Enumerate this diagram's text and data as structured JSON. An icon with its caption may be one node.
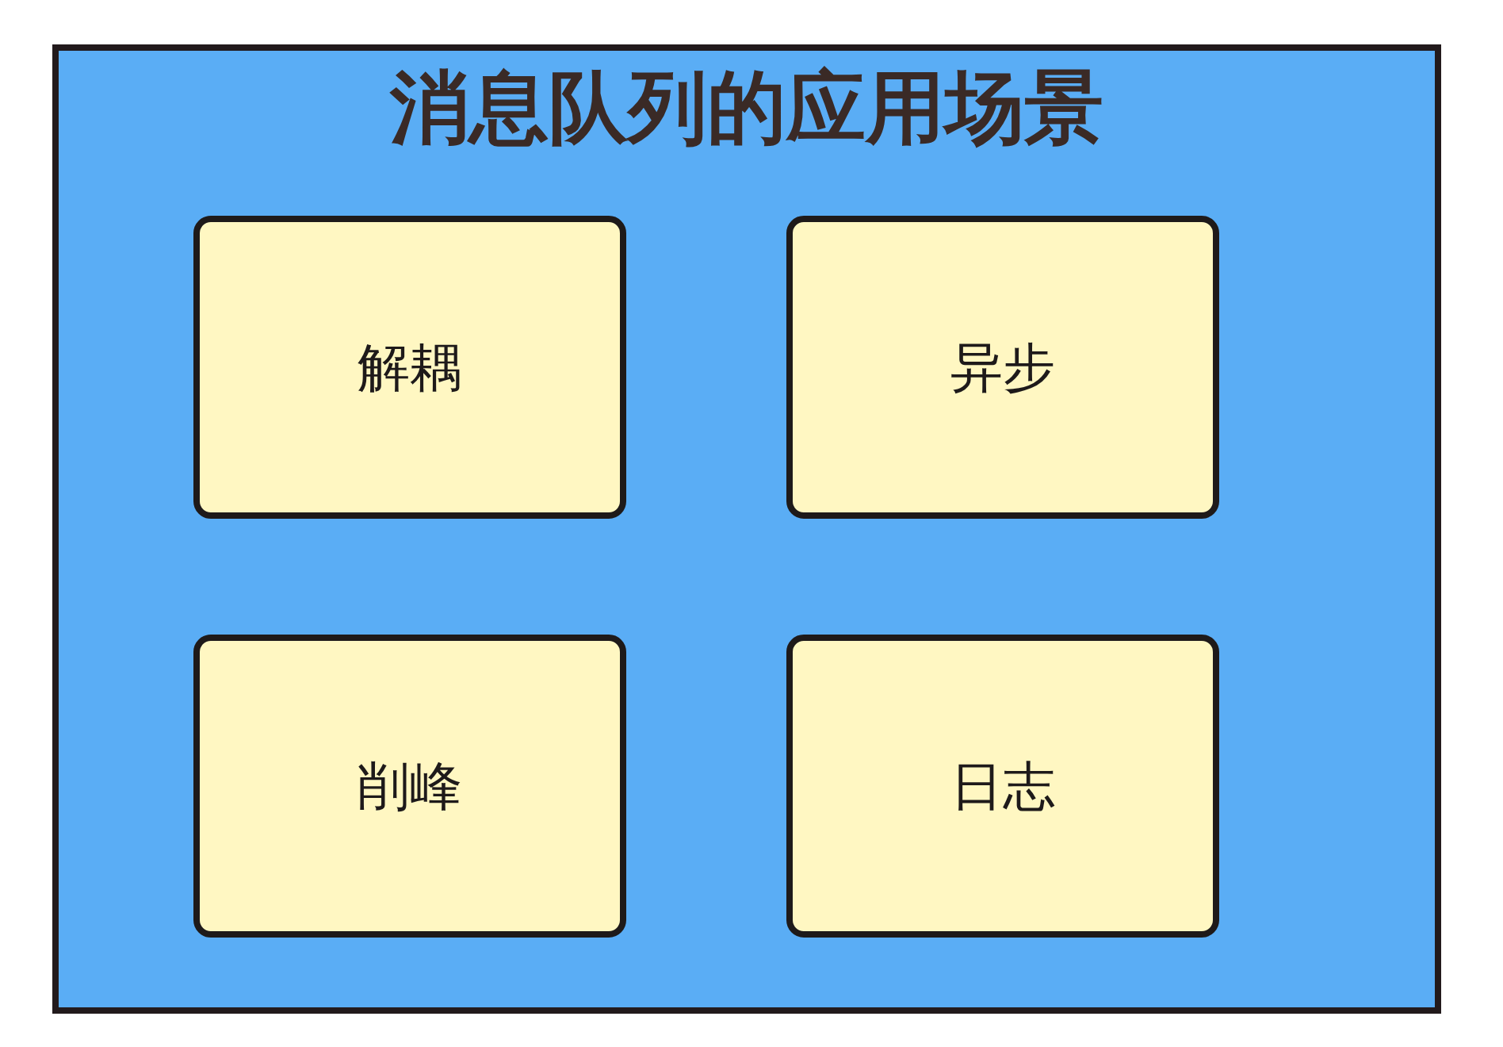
{
  "diagram": {
    "nodes": [
      {
        "text": [
          "消息队列的应用场景"
        ]
      },
      {
        "text": [
          "解耦"
        ],
        "in": 0
      },
      {
        "text": [
          "异步"
        ],
        "in": 0
      },
      {
        "text": [
          "削峰"
        ],
        "in": 0
      },
      {
        "text": [
          "日志"
        ],
        "in": 0
      }
    ]
  }
}
